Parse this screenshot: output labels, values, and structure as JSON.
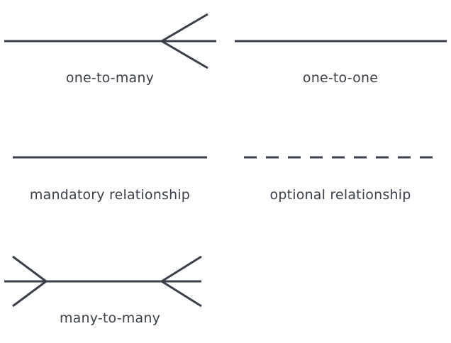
{
  "colors": {
    "line": "#3a3f49",
    "text": "#3a3f49",
    "background": "#ffffff"
  },
  "notations": [
    {
      "id": "one-to-many",
      "label": "one-to-many"
    },
    {
      "id": "one-to-one",
      "label": "one-to-one"
    },
    {
      "id": "mandatory",
      "label": "mandatory relationship"
    },
    {
      "id": "optional",
      "label": "optional relationship"
    },
    {
      "id": "many-to-many",
      "label": "many-to-many"
    }
  ]
}
